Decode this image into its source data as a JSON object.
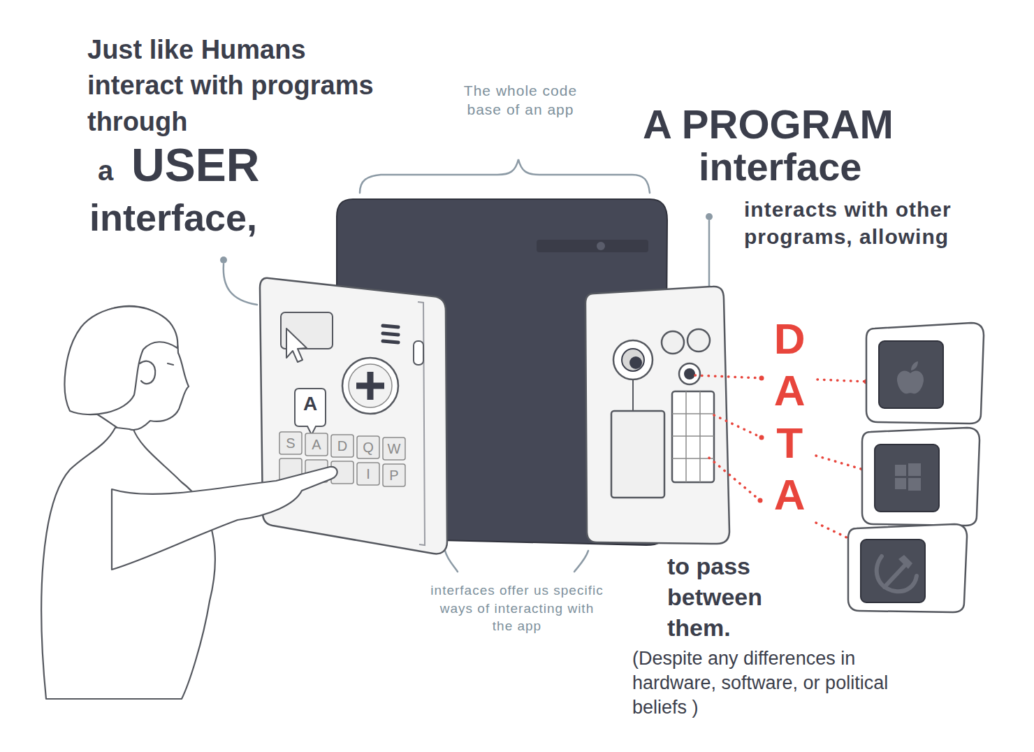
{
  "diagram": {
    "labels": [
      "Just like Humans interact with programs through",
      "a",
      "USER",
      "interface,",
      "The whole code base of an app",
      "A PROGRAM",
      "interface",
      "interacts with other programs, allowing",
      "A",
      "S",
      "A",
      "D",
      "Q",
      "W",
      "I",
      "P",
      "DATA",
      "to pass between them.",
      "interfaces offer us specific ways of interacting with the app",
      "(Despite any differences in hardware, software, or political beliefs )"
    ]
  }
}
